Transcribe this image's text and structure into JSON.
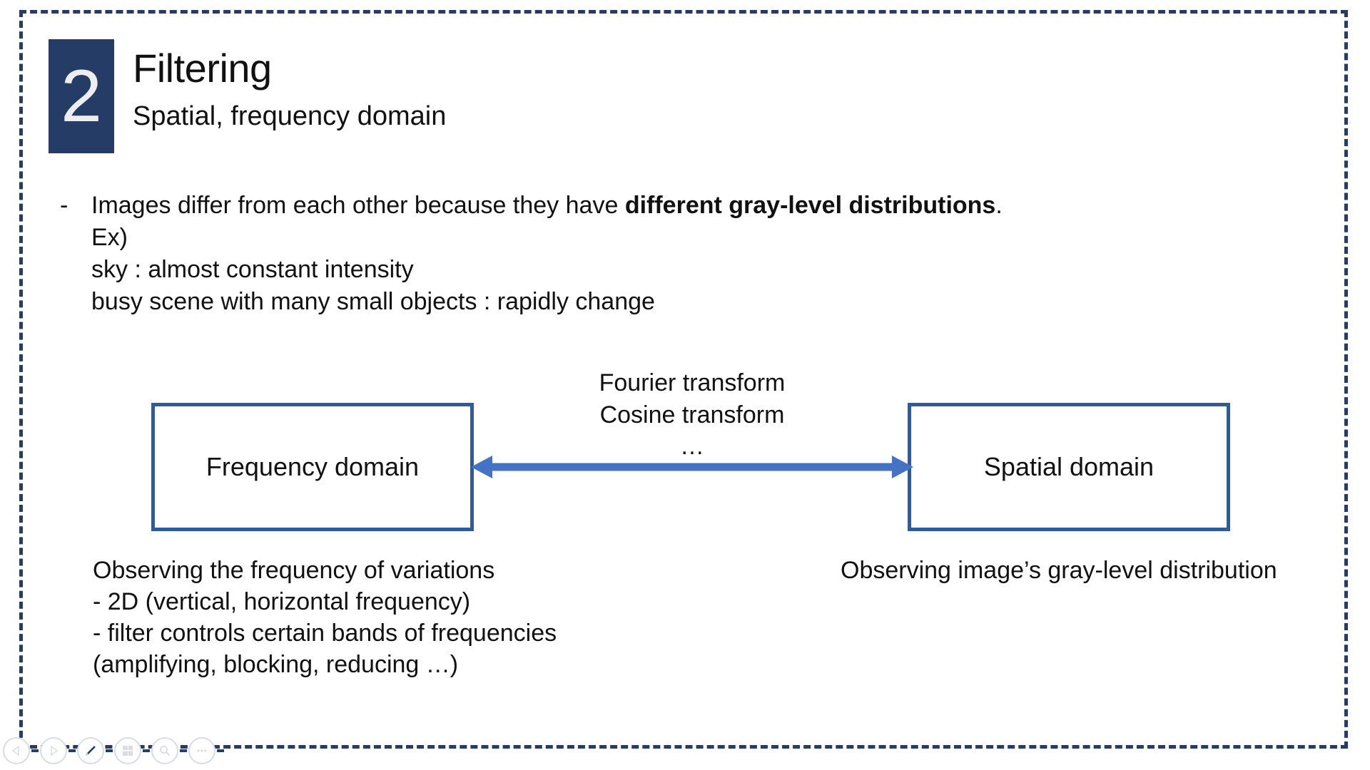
{
  "slide": {
    "section_number": "2",
    "title": "Filtering",
    "subtitle": "Spatial, frequency domain",
    "accent_navy": "#243c66",
    "accent_box_blue": "#2e5b9a",
    "accent_arrow_blue": "#4472c4",
    "frame_border_color": "#243c66",
    "background": "#ffffff"
  },
  "body": {
    "bullet_marker": "-",
    "lines": [
      {
        "pre": "Images differ from each other because they have ",
        "bold": "different gray-level distributions",
        "post": "."
      },
      {
        "text": "Ex)"
      },
      {
        "text": "sky : almost constant intensity"
      },
      {
        "text": "busy scene with many small objects : rapidly change"
      }
    ]
  },
  "diagram": {
    "left_box_label": "Frequency domain",
    "right_box_label": "Spatial domain",
    "transform_labels": [
      "Fourier transform",
      "Cosine transform"
    ],
    "transform_ellipsis": "…",
    "arrow_name": "double-headed-arrow"
  },
  "captions": {
    "left": [
      "Observing the frequency of variations",
      "- 2D (vertical, horizontal frequency)",
      "- filter controls certain bands of frequencies",
      "(amplifying, blocking, reducing …)"
    ],
    "right": [
      "Observing image’s gray-level distribution"
    ]
  },
  "presenter_controls": {
    "buttons": [
      {
        "icon": "previous-slide-icon",
        "label": "Previous"
      },
      {
        "icon": "play-slide-icon",
        "label": "Play"
      },
      {
        "icon": "pen-icon",
        "label": "Pen"
      },
      {
        "icon": "slide-grid-icon",
        "label": "All Slides"
      },
      {
        "icon": "zoom-icon",
        "label": "Zoom"
      },
      {
        "icon": "more-options-icon",
        "label": "More"
      }
    ]
  }
}
